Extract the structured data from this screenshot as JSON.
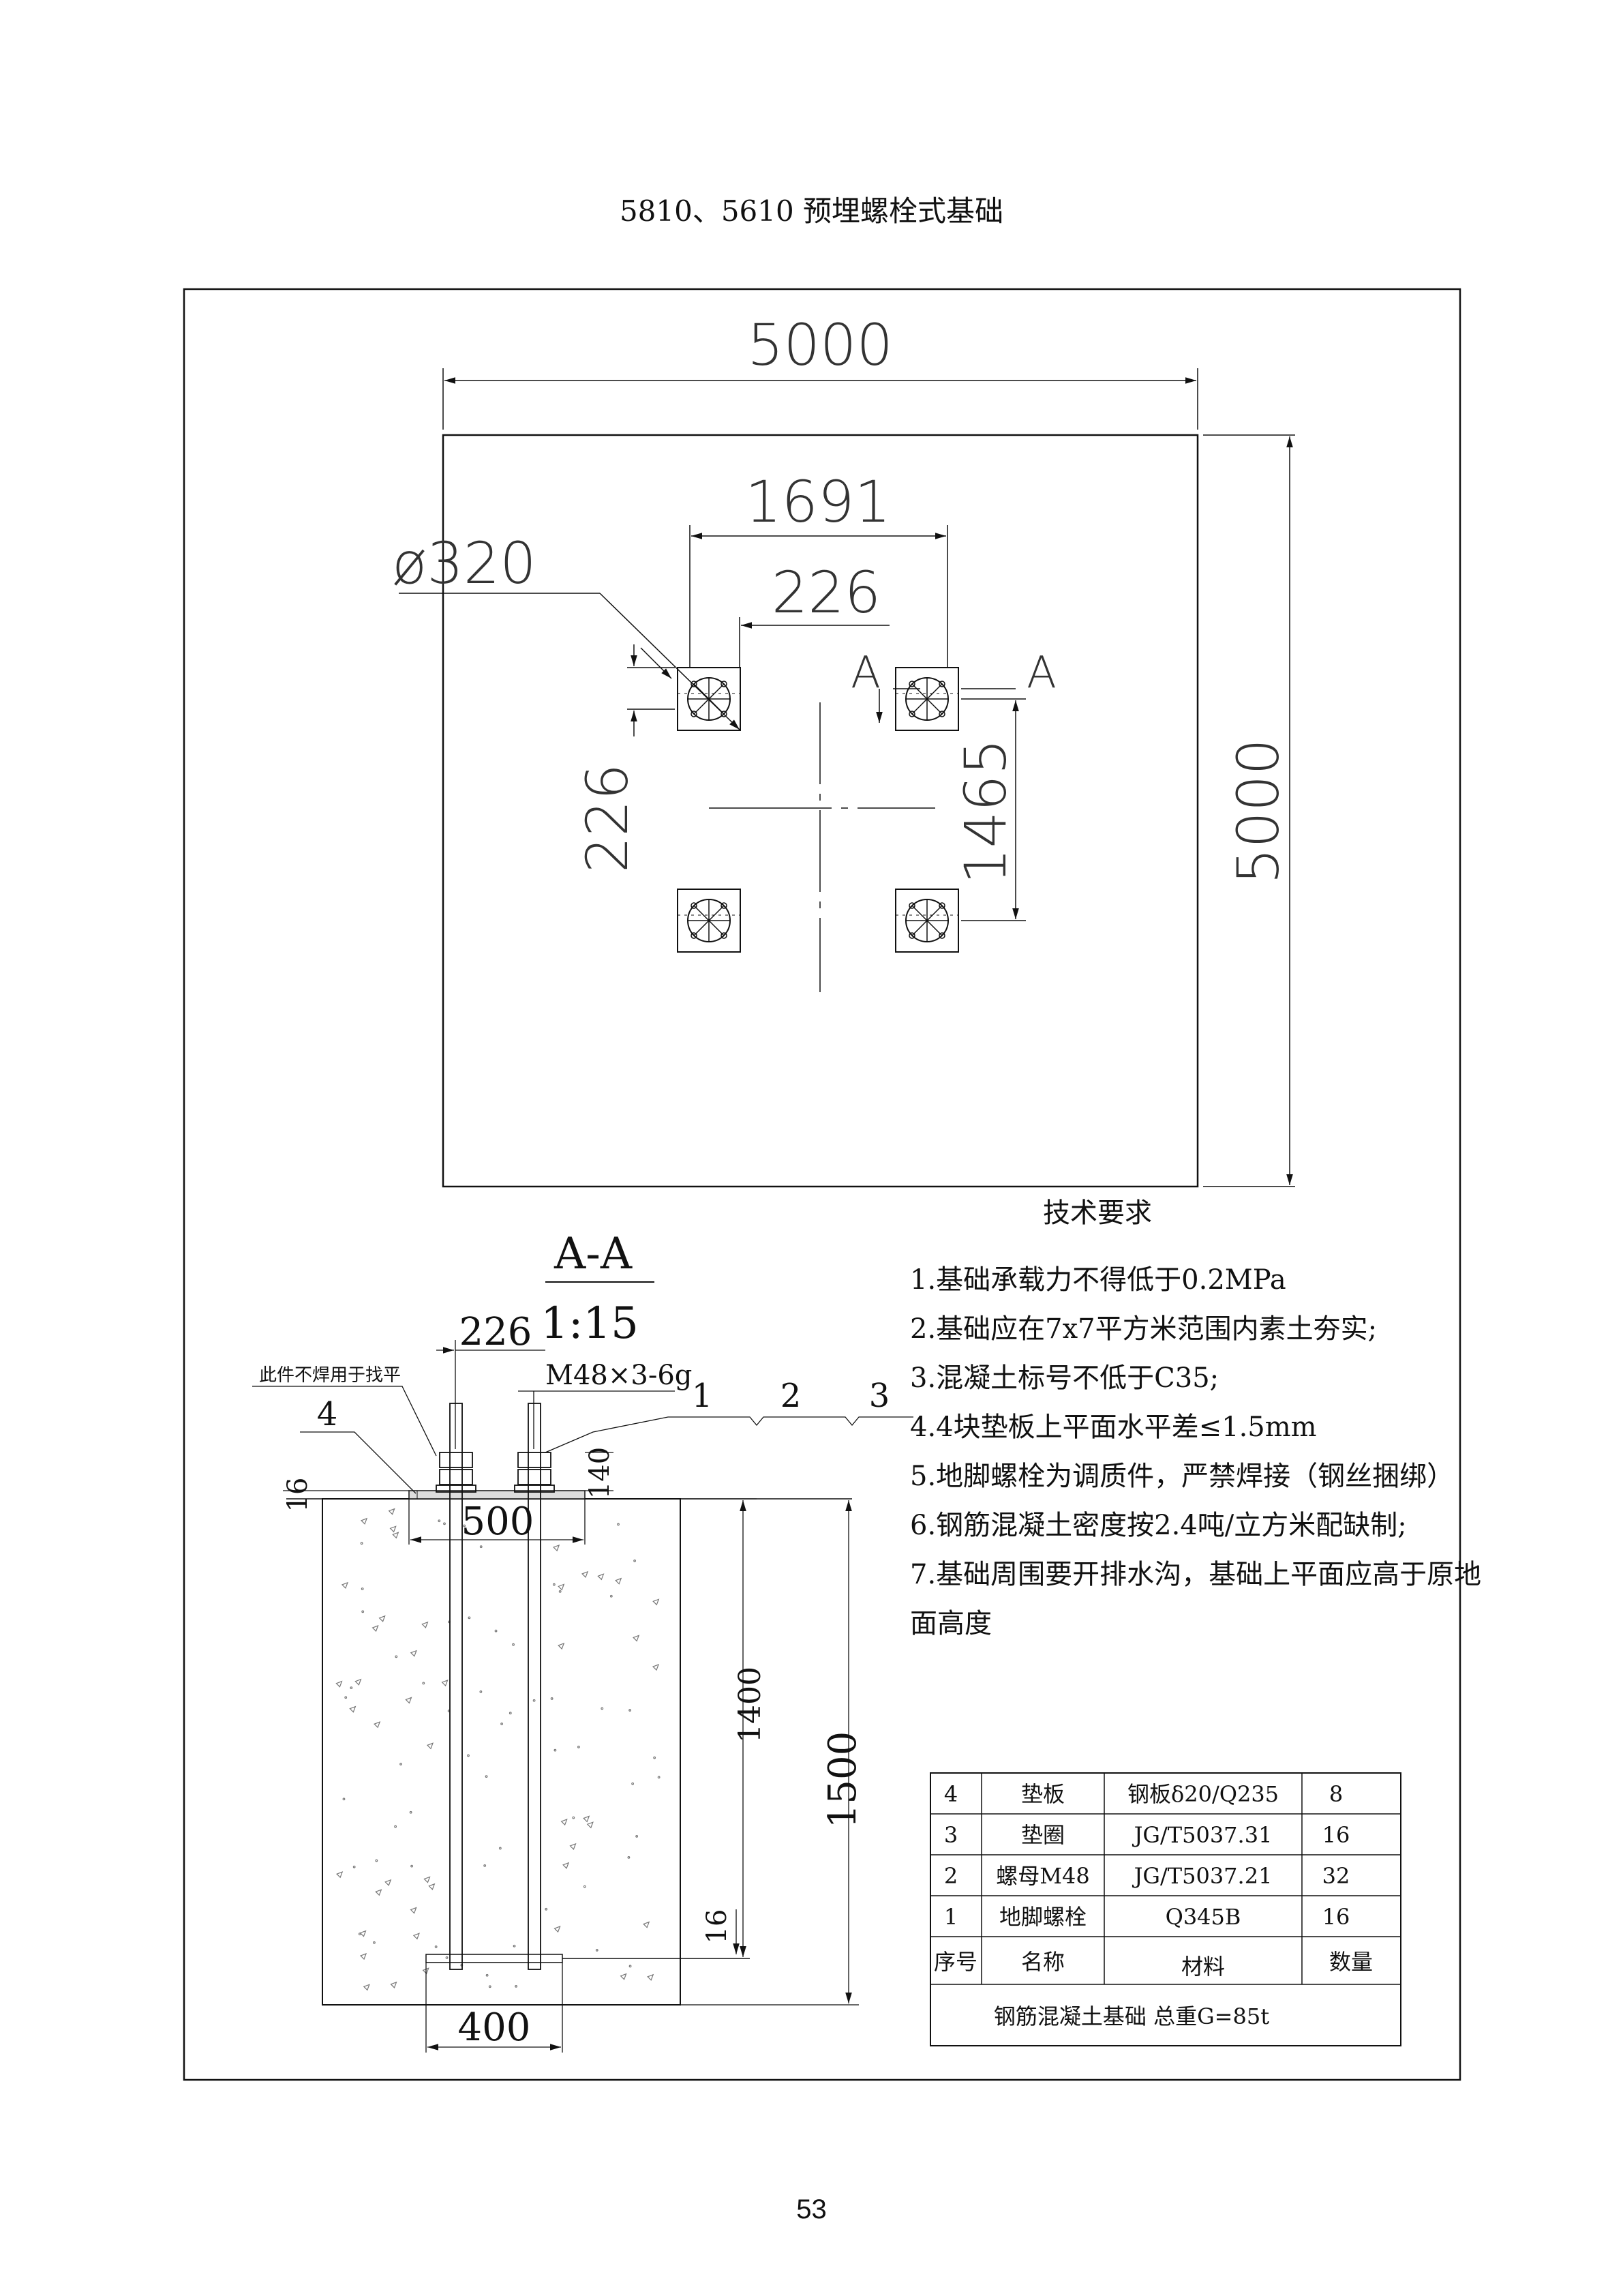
{
  "page": {
    "title": "5810、5610 预埋螺栓式基础",
    "number": "53"
  },
  "plan_view": {
    "dim_overall_width": "5000",
    "dim_overall_height": "5000",
    "dim_bolt_spacing": "1691",
    "dim_plate_width": "226",
    "dim_hole_diameter": "ø320",
    "dim_plate_height": "226",
    "dim_bolt_vertical": "1465",
    "section_mark_left": "A",
    "section_mark_right": "A"
  },
  "section_view": {
    "title": "A-A",
    "scale": "1:15",
    "dim_226": "226",
    "thread_spec": "M48×3-6g",
    "note_no_weld": "此件不焊用于找平",
    "callout_4": "4",
    "callout_1": "1",
    "callout_2": "2",
    "callout_3": "3",
    "dim_16_top": "16",
    "dim_140": "140",
    "dim_500": "500",
    "dim_1400": "1400",
    "dim_1500": "1500",
    "dim_16_bottom": "16",
    "dim_400": "400"
  },
  "requirements": {
    "heading": "技术要求",
    "items": [
      "1.基础承载力不得低于0.2MPa",
      "2.基础应在7x7平方米范围内素土夯实;",
      "3.混凝土标号不低于C35;",
      "4.4块垫板上平面水平差≤1.5mm",
      "5.地脚螺栓为调质件，严禁焊接（钢丝捆绑）",
      "6.钢筋混凝土密度按2.4吨/立方米配缺制;",
      "7.基础周围要开排水沟，基础上平面应高于原地",
      "面高度"
    ]
  },
  "parts_table": {
    "rows": [
      {
        "no": "4",
        "name": "垫板",
        "material": "钢板δ20/Q235",
        "qty": "8"
      },
      {
        "no": "3",
        "name": "垫圈",
        "material": "JG/T5037.31",
        "qty": "16"
      },
      {
        "no": "2",
        "name": "螺母M48",
        "material": "JG/T5037.21",
        "qty": "32"
      },
      {
        "no": "1",
        "name": "地脚螺栓",
        "material": "Q345B",
        "qty": "16"
      }
    ],
    "header": {
      "no": "序号",
      "name": "名称",
      "material": "材料",
      "qty": "数量"
    },
    "footer": "钢筋混凝土基础  总重G=85t"
  }
}
